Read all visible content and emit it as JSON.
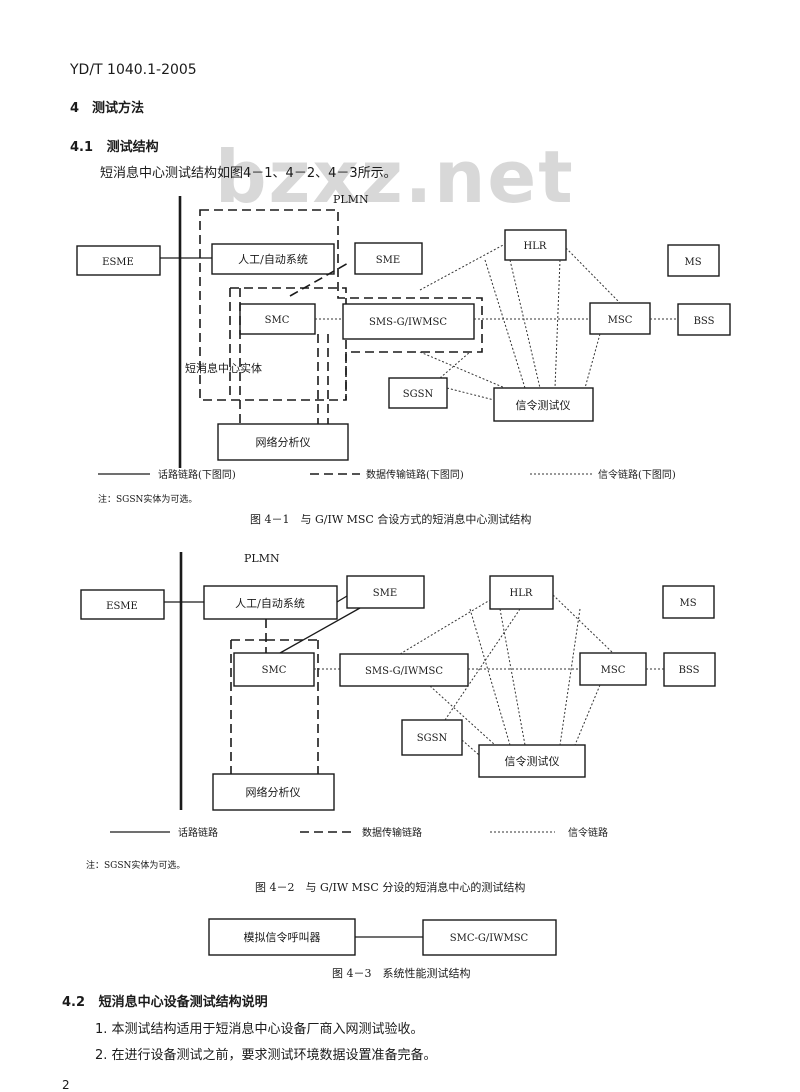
{
  "header": "YD/T 1040.1-2005",
  "watermark": "bzxz.net",
  "section4": "4　测试方法",
  "section41": {
    "num": "4.1",
    "title": "测试结构"
  },
  "intro": "短消息中心测试结构如图4－1、4－2、4－3所示。",
  "fig1": {
    "plmn": "PLMN",
    "esme": "ESME",
    "manual": "人工/自动系统",
    "sme": "SME",
    "hlr": "HLR",
    "ms": "MS",
    "smc": "SMC",
    "smsg": "SMS-G/IWMSC",
    "msc": "MSC",
    "bss": "BSS",
    "entity": "短消息中心实体",
    "sgsn": "SGSN",
    "sigtest": "信令测试仪",
    "analyzer": "网络分析仪",
    "legend_solid": "话路链路(下图同)",
    "legend_dash": "数据传输链路(下图同)",
    "legend_dot": "信令链路(下图同)",
    "note": "注：SGSN实体为可选。",
    "caption": "图 4－1　与 G/IW MSC 合设方式的短消息中心测试结构"
  },
  "fig2": {
    "plmn": "PLMN",
    "esme": "ESME",
    "manual": "人工/自动系统",
    "sme": "SME",
    "hlr": "HLR",
    "ms": "MS",
    "smc": "SMC",
    "smsg": "SMS-G/IWMSC",
    "msc": "MSC",
    "bss": "BSS",
    "sgsn": "SGSN",
    "sigtest": "信令测试仪",
    "analyzer": "网络分析仪",
    "legend_solid": "话路链路",
    "legend_dash": "数据传输链路",
    "legend_dot": "信令链路",
    "note": "注：SGSN实体为可选。",
    "caption": "图 4－2　与 G/IW MSC 分设的短消息中心的测试结构"
  },
  "fig3": {
    "sim": "模拟信令呼叫器",
    "smc": "SMC-G/IWMSC",
    "caption": "图 4－3　系统性能测试结构"
  },
  "section42": {
    "num": "4.2",
    "title": "短消息中心设备测试结构说明"
  },
  "items": [
    "1. 本测试结构适用于短消息中心设备厂商入网测试验收。",
    "2. 在进行设备测试之前，要求测试环境数据设置准备完备。"
  ],
  "page_number": "2"
}
